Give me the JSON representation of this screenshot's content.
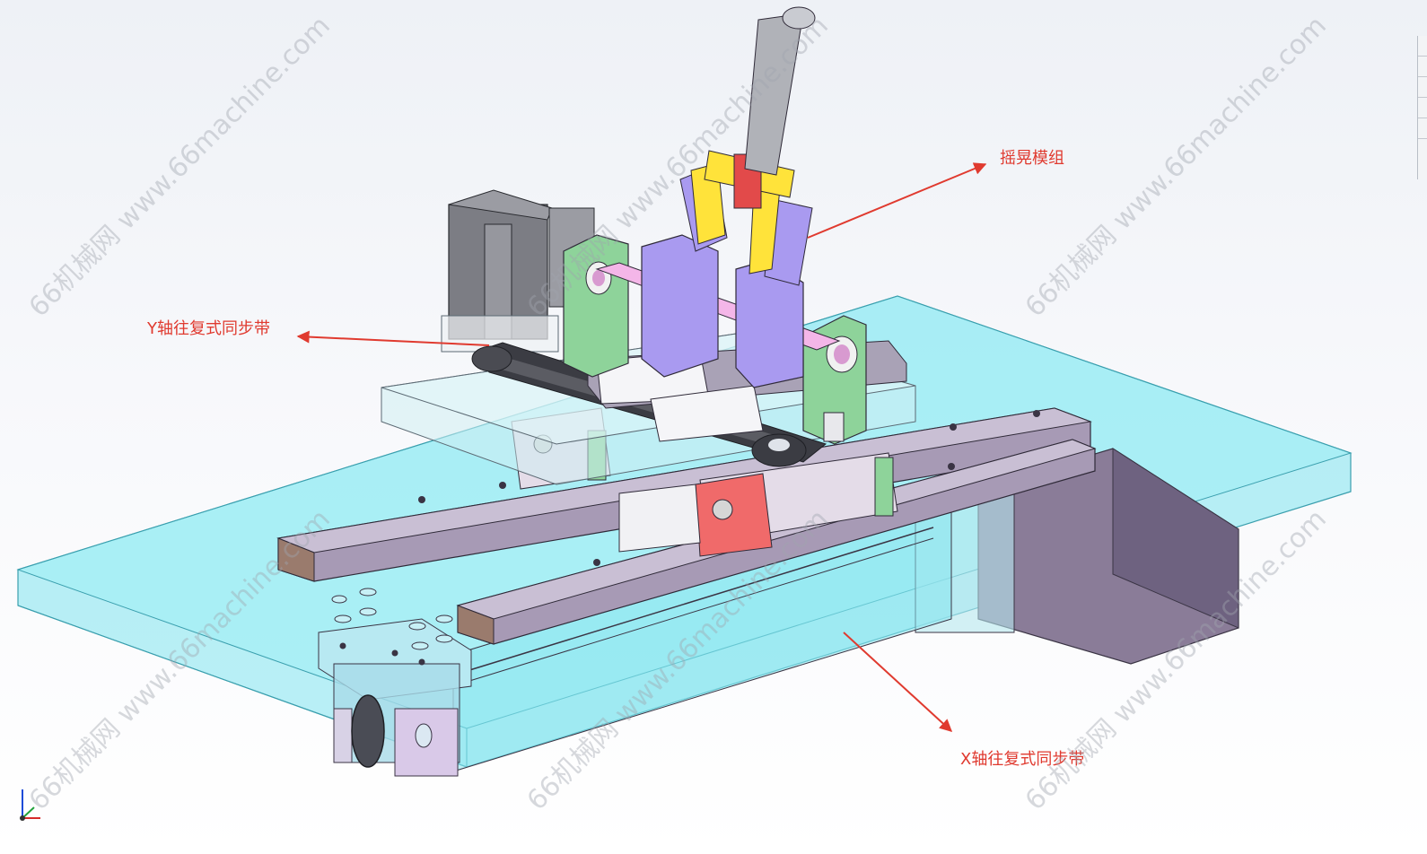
{
  "labels": {
    "swing": "摇晃模组",
    "y_belt": "Y轴往复式同步带",
    "x_belt": "X轴往复式同步带"
  },
  "watermark": "66机械网 www.66machine.com",
  "colors": {
    "callout": "#e03a2f",
    "glass": "#7fe3ee",
    "violet": "#a99af0",
    "green": "#8ed39a",
    "yellow": "#ffe33a",
    "pink": "#f4b6e8"
  }
}
